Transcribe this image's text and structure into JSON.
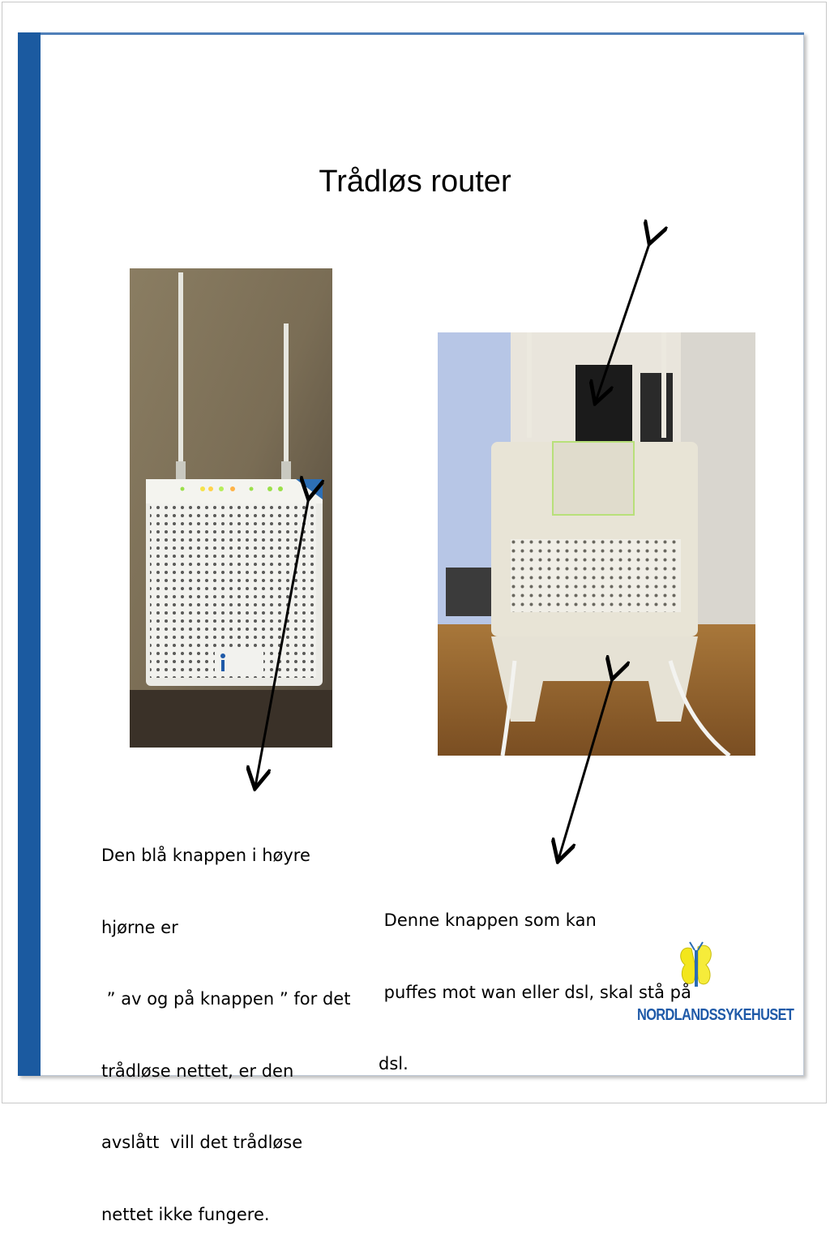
{
  "title": "Trådløs router",
  "captions": {
    "left_lines": [
      "Den blå knappen i høyre",
      "hjørne er",
      " ” av og på knappen ” for det",
      "trådløse nettet, er den",
      "avslått  vill det trådløse",
      "nettet ikke fungere."
    ],
    "right_lines": [
      " Denne knappen som kan",
      " puffes mot wan eller dsl, skal stå på",
      "dsl."
    ]
  },
  "photos": {
    "front_label": "router-front-photo",
    "back_label": "router-back-photo"
  },
  "logo": {
    "text": "NORDLANDSSYKEHUSET"
  },
  "colors": {
    "accent_bar": "#1b5aa0",
    "logo_blue": "#1f5aa8",
    "logo_yellow": "#f3e61c"
  }
}
